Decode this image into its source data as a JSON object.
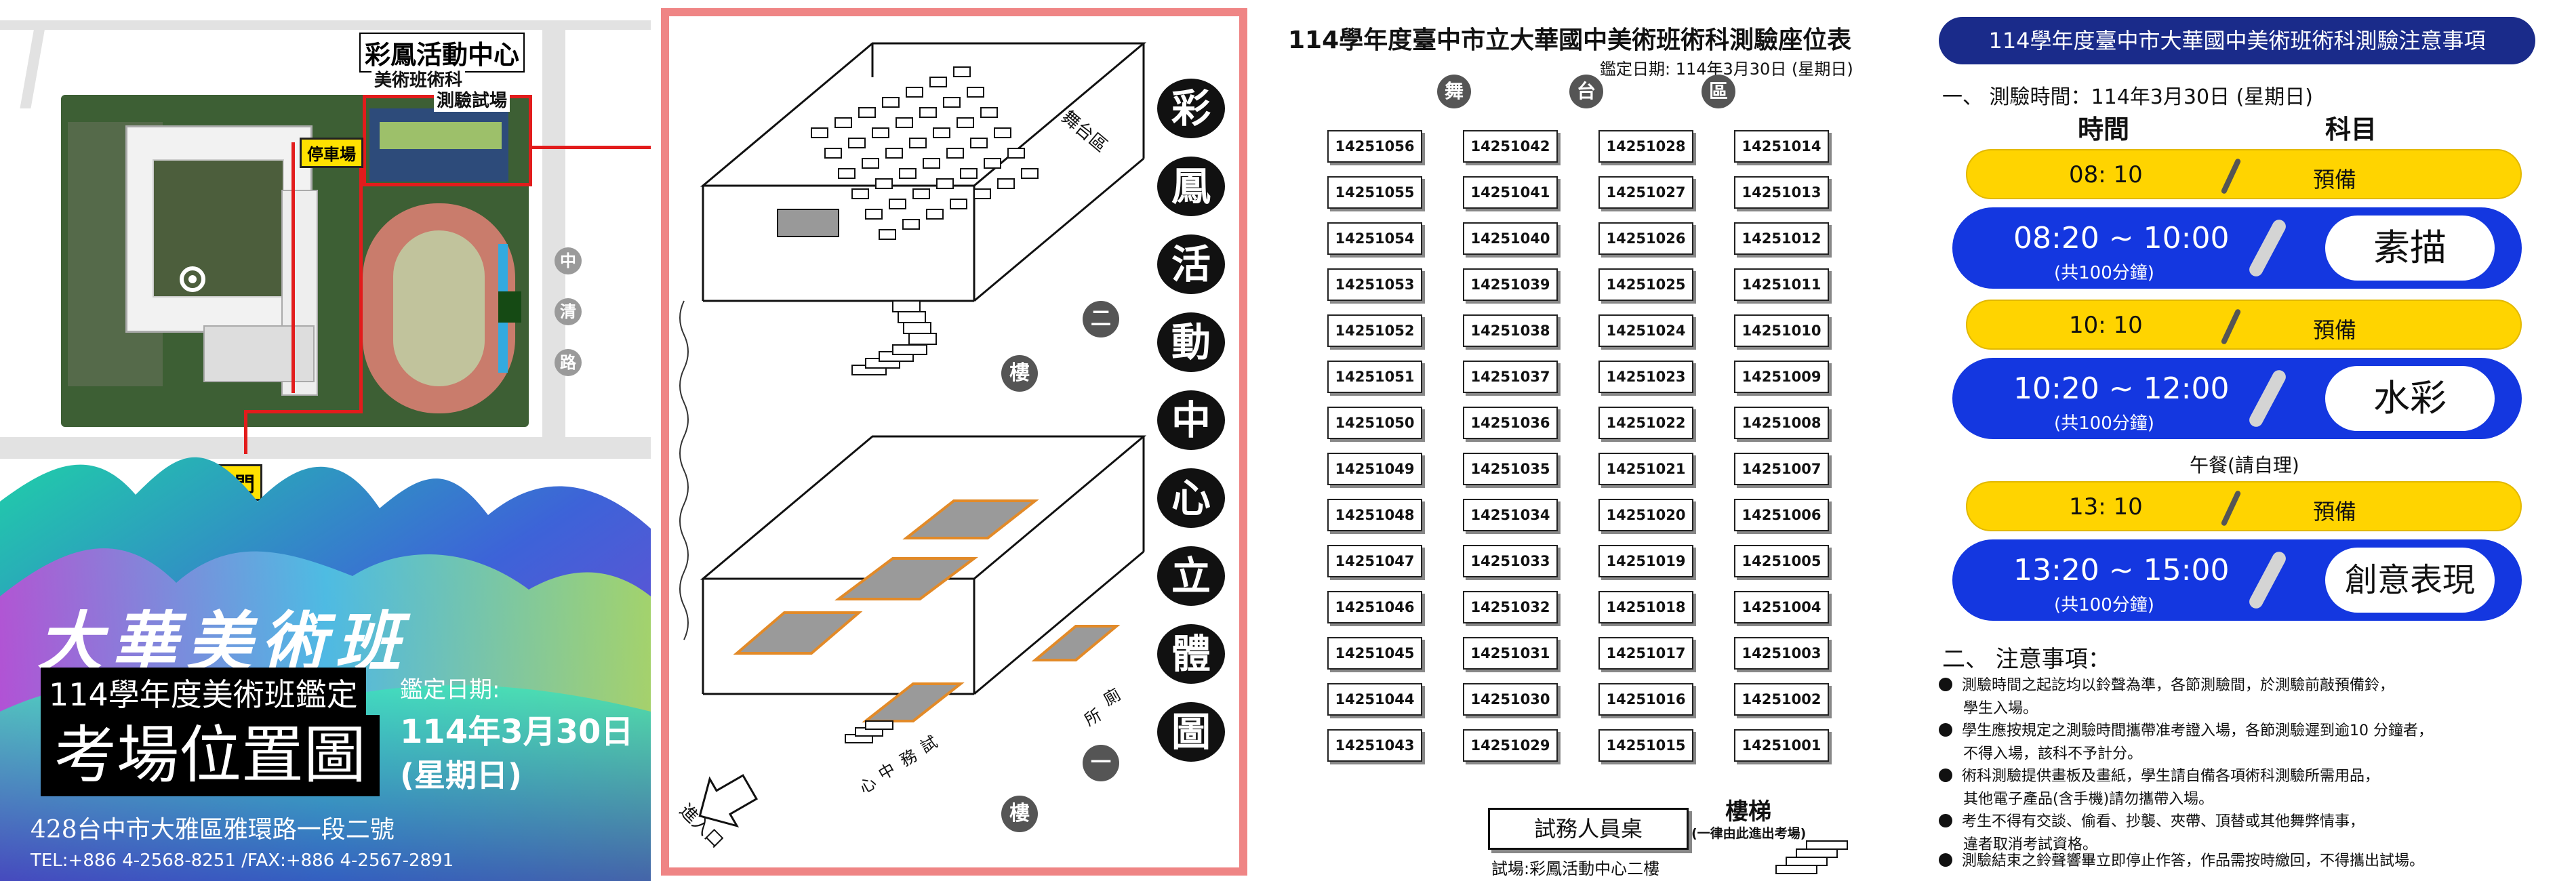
{
  "map_panel": {
    "activity_center": "彩鳳活動中心",
    "exam_room_line1": "美術班術科",
    "exam_room_line2": "測驗試場",
    "parking": "停車場",
    "gate": "校門",
    "road_chars": [
      "中",
      "清",
      "路"
    ],
    "logo_text": "大華美術班",
    "title_line1": "114學年度美術班鑑定",
    "title_line2": "考場位置圖",
    "date_label": "鑑定日期:",
    "date_value": "114年3月30日",
    "date_weekday": "(星期日)",
    "address": "428台中市大雅區雅環路一段二號",
    "contact": "TEL:+886 4-2568-8251 /FAX:+886 4-2567-2891"
  },
  "building_panel": {
    "vertical_title": [
      "彩",
      "鳳",
      "活",
      "動",
      "中",
      "心",
      "立",
      "體",
      "圖"
    ],
    "stage_area": "舞台區",
    "floor2_num": "二",
    "floor2_char": "樓",
    "floor1_num": "一",
    "floor1_char": "樓",
    "exam_center": [
      "試",
      "務",
      "中",
      "心"
    ],
    "restroom": [
      "廁",
      "所"
    ],
    "entrance": "進入口"
  },
  "seating_panel": {
    "title": "114學年度臺中市立大華國中美術班術科測驗座位表",
    "date": "鑑定日期: 114年3月30日 (星期日)",
    "stage": [
      "舞",
      "台",
      "區"
    ],
    "columns": [
      [
        "14251056",
        "14251055",
        "14251054",
        "14251053",
        "14251052",
        "14251051",
        "14251050",
        "14251049",
        "14251048",
        "14251047",
        "14251046",
        "14251045",
        "14251044",
        "14251043"
      ],
      [
        "14251042",
        "14251041",
        "14251040",
        "14251039",
        "14251038",
        "14251037",
        "14251036",
        "14251035",
        "14251034",
        "14251033",
        "14251032",
        "14251031",
        "14251030",
        "14251029"
      ],
      [
        "14251028",
        "14251027",
        "14251026",
        "14251025",
        "14251024",
        "14251023",
        "14251022",
        "14251021",
        "14251020",
        "14251019",
        "14251018",
        "14251017",
        "14251016",
        "14251015"
      ],
      [
        "14251014",
        "14251013",
        "14251012",
        "14251011",
        "14251010",
        "14251009",
        "14251008",
        "14251007",
        "14251006",
        "14251005",
        "14251004",
        "14251003",
        "14251002",
        "14251001"
      ]
    ],
    "staff_desk": "試務人員桌",
    "venue_note": "試場:彩鳳活動中心二樓",
    "stairs": "樓梯",
    "stairs_note": "(一律由此進出考場)"
  },
  "notice_panel": {
    "title": "114學年度臺中市大華國中美術班術科測驗注意事項",
    "section1": "一、  測驗時間：114年3月30日 (星期日)",
    "col_time": "時間",
    "col_subject": "科目",
    "schedule": [
      {
        "kind": "prep",
        "time": "08: 10",
        "label": "預備"
      },
      {
        "kind": "exam",
        "time": "08:20 ~ 10:00",
        "duration": "(共100分鐘)",
        "subject": "素描"
      },
      {
        "kind": "prep",
        "time": "10: 10",
        "label": "預備"
      },
      {
        "kind": "exam",
        "time": "10:20 ~ 12:00",
        "duration": "(共100分鐘)",
        "subject": "水彩"
      },
      {
        "kind": "lunch",
        "label": "午餐(請自理)"
      },
      {
        "kind": "prep",
        "time": "13: 10",
        "label": "預備"
      },
      {
        "kind": "exam",
        "time": "13:20 ~ 15:00",
        "duration": "(共100分鐘)",
        "subject": "創意表現"
      }
    ],
    "section2": "二、  注意事項：",
    "notes": [
      [
        "測驗時間之起訖均以鈴聲為準，各節測驗間，於測驗前敲預備鈴，",
        "學生入場。"
      ],
      [
        "學生應按規定之測驗時間攜帶准考證入場，各節測驗遲到逾10 分鐘者，",
        "不得入場，該科不予計分。"
      ],
      [
        "術科測驗提供畫板及畫紙，學生請自備各項術科測驗所需用品，",
        "其他電子產品(含手機)請勿攜帶入場。"
      ],
      [
        "考生不得有交談、偷看、抄襲、夾帶、頂替或其他舞弊情事，",
        "違者取消考試資格。"
      ],
      [
        "測驗結束之鈴聲響畢立即停止作答，作品需按時繳回，不得攜出試場。"
      ]
    ]
  },
  "colors": {
    "accent_red": "#e21c1c",
    "badge_yellow": "#ffe100",
    "pill_yellow": "#ffd400",
    "pill_blue": "#1437e0",
    "title_navy": "#1a2b8a",
    "frame_pink": "#ef8585"
  }
}
